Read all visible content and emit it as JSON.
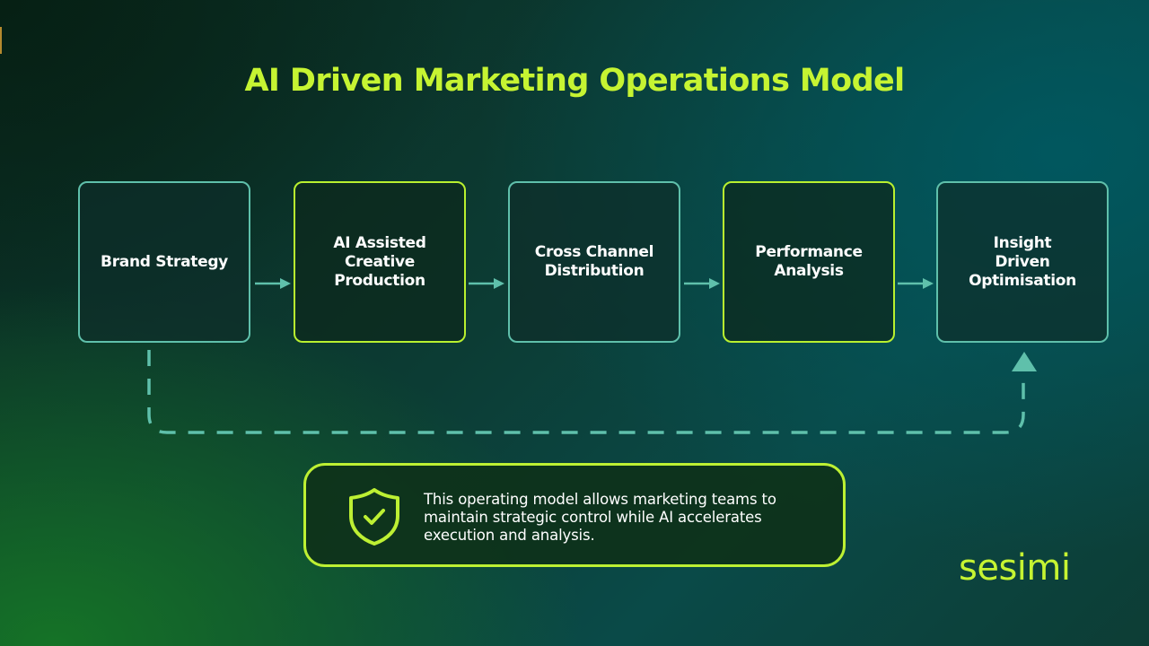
{
  "title": "AI Driven Marketing Operations Model",
  "steps": [
    {
      "label": "Brand Strategy",
      "style": "teal"
    },
    {
      "label": "AI Assisted\nCreative\nProduction",
      "style": "lime"
    },
    {
      "label": "Cross Channel\nDistribution",
      "style": "teal"
    },
    {
      "label": "Performance\nAnalysis",
      "style": "lime"
    },
    {
      "label": "Insight\nDriven Optimisation",
      "style": "teal"
    }
  ],
  "flow": {
    "connector": "arrow-right",
    "feedback_loop": {
      "from": "Brand Strategy",
      "to": "Insight Driven Optimisation",
      "line": "dashed"
    }
  },
  "info": {
    "icon": "shield-check-icon",
    "text": "This operating model allows marketing teams to maintain strategic control while AI accelerates execution and analysis."
  },
  "brand": {
    "name": "sesimi"
  },
  "colors": {
    "accent_lime": "#c6f432",
    "box_teal_border": "#5fc0ab",
    "box_lime_border": "#b9f02f",
    "arrow": "#5fc0ab",
    "text": "#ffffff"
  }
}
